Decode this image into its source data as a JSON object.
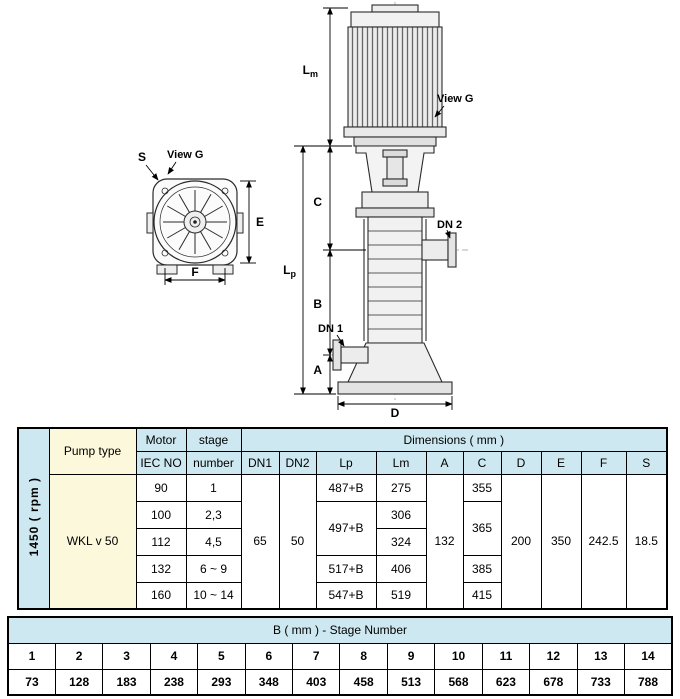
{
  "diagram": {
    "view_g": "View G",
    "s": "S",
    "e": "E",
    "f": "F",
    "l": "L",
    "m_sub": "m",
    "p_sub": "p",
    "c": "C",
    "b": "B",
    "a": "A",
    "d": "D",
    "dn1": "DN 1",
    "dn2": "DN 2"
  },
  "dims": {
    "rpm": "1450 ( rpm )",
    "pump_type_header": "Pump type",
    "motor_header": "Motor",
    "iec_header": "IEC NO",
    "stage_header": "stage",
    "number_header": "number",
    "dimensions_header": "Dimensions ( mm )",
    "columns": [
      "DN1",
      "DN2",
      "Lp",
      "Lm",
      "A",
      "C",
      "D",
      "E",
      "F",
      "S"
    ],
    "pump_type": "WKL v 50",
    "rows": [
      {
        "iec": "90",
        "stage": "1",
        "lm": "275"
      },
      {
        "iec": "100",
        "stage": "2,3",
        "lm": "306"
      },
      {
        "iec": "112",
        "stage": "4,5",
        "lm": "324"
      },
      {
        "iec": "132",
        "stage": "6 ~ 9",
        "lm": "406"
      },
      {
        "iec": "160",
        "stage": "10 ~ 14",
        "lm": "519"
      }
    ],
    "dn1": "65",
    "dn2": "50",
    "lp": [
      "487+B",
      "497+B",
      "517+B",
      "547+B"
    ],
    "a": "132",
    "c": [
      "355",
      "365",
      "385",
      "415"
    ],
    "d": "200",
    "e": "350",
    "f": "242.5",
    "s": "18.5"
  },
  "stage_table": {
    "title": "B ( mm ) - Stage Number",
    "stages": [
      "1",
      "2",
      "3",
      "4",
      "5",
      "6",
      "7",
      "8",
      "9",
      "10",
      "11",
      "12",
      "13",
      "14"
    ],
    "values": [
      "73",
      "128",
      "183",
      "238",
      "293",
      "348",
      "403",
      "458",
      "513",
      "568",
      "623",
      "678",
      "733",
      "788"
    ]
  }
}
